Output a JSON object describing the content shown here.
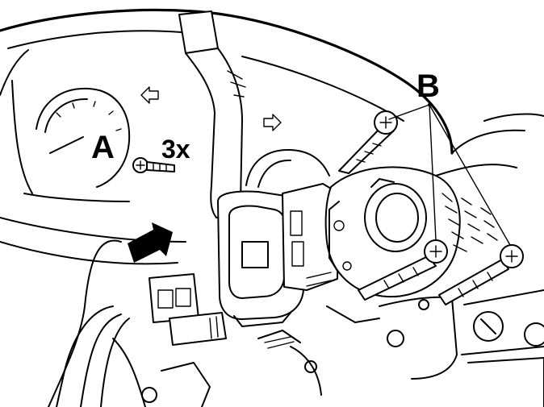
{
  "labels": {
    "a": "A",
    "b": "B",
    "quantity": "3x"
  },
  "colors": {
    "ink": "#000000",
    "paper": "#ffffff"
  },
  "icons": [
    "screw-icon",
    "arrow-icon",
    "wiring-connector-icon",
    "combination-switch-icon",
    "steering-column-icon",
    "gauge-icon"
  ]
}
